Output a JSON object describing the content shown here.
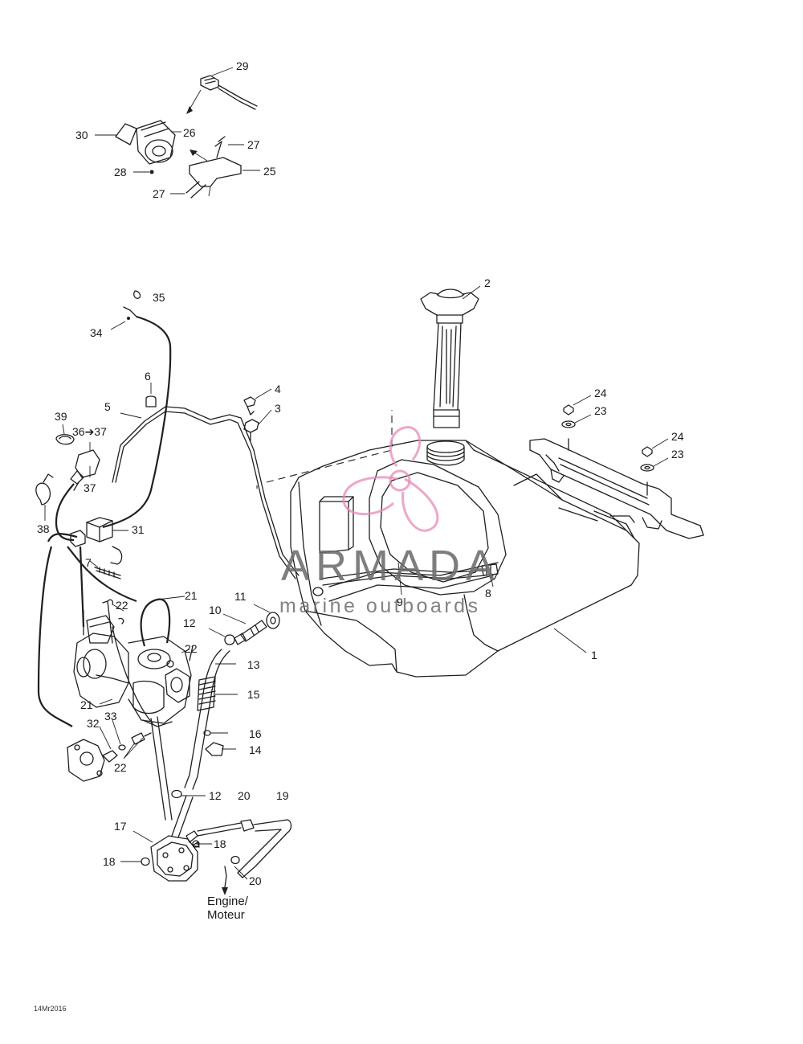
{
  "callouts": {
    "c1": "1",
    "c2": "2",
    "c3": "3",
    "c4": "4",
    "c5": "5",
    "c6": "6",
    "c7": "7",
    "c8": "8",
    "c9": "9",
    "c10": "10",
    "c11": "11",
    "c12a": "12",
    "c12b": "12",
    "c13": "13",
    "c14": "14",
    "c15": "15",
    "c16": "16",
    "c17": "17",
    "c18a": "18",
    "c18b": "18",
    "c19": "19",
    "c20a": "20",
    "c20b": "20",
    "c21a": "21",
    "c21b": "21",
    "c22a": "22",
    "c22b": "22",
    "c22c": "22",
    "c23a": "23",
    "c23b": "23",
    "c24a": "24",
    "c24b": "24",
    "c25": "25",
    "c26": "26",
    "c27a": "27",
    "c27b": "27",
    "c28": "28",
    "c29": "29",
    "c30": "30",
    "c31": "31",
    "c32": "32",
    "c33": "33",
    "c34": "34",
    "c35": "35",
    "c36": "36➔37",
    "c37": "37",
    "c38": "38",
    "c39": "39"
  },
  "engine_label": {
    "line1": "Engine/",
    "line2": "Moteur"
  },
  "date_stamp": "14Mr2016",
  "watermark": {
    "title": "ARMADA",
    "subtitle": "marine outboards",
    "accent_color": "#e58ab8",
    "text_color": "#6d6d70"
  }
}
